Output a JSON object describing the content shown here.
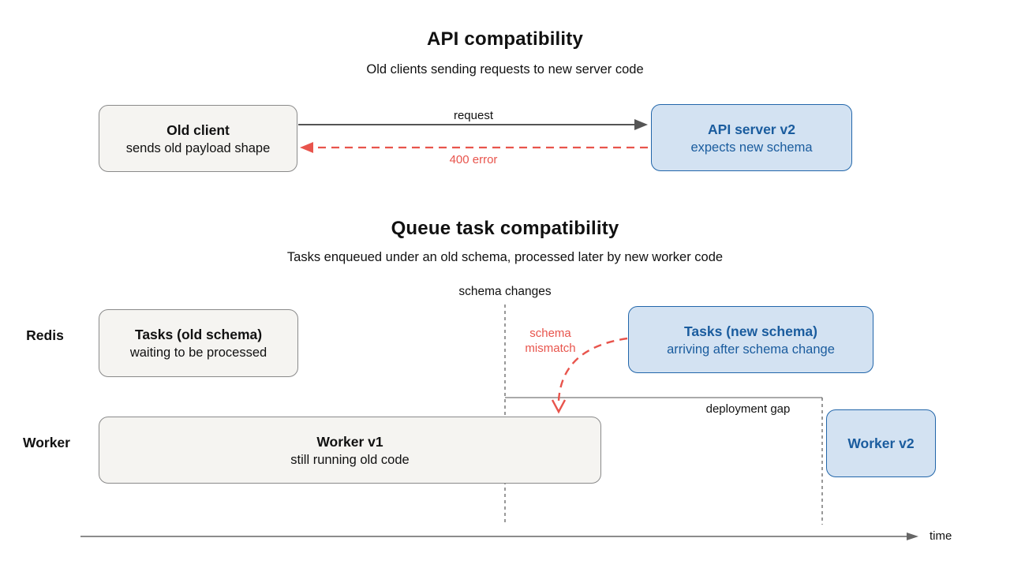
{
  "colors": {
    "blue_fill": "#d3e2f2",
    "blue_border": "#2266aa",
    "blue_text": "#1a5c9e",
    "gray_fill": "#f5f4f1",
    "gray_border": "#8a8a8a",
    "red": "#e8544c",
    "arrow_dark_gray": "#555555",
    "line_gray": "#777777",
    "text": "#111111"
  },
  "api_section": {
    "title": "API compatibility",
    "subtitle": "Old clients sending requests to new server code",
    "old_client_box": {
      "title": "Old client",
      "subtitle": "sends old payload shape"
    },
    "api_server_box": {
      "title": "API server v2",
      "subtitle": "expects new schema"
    },
    "request_label": "request",
    "error_label": "400 error"
  },
  "queue_section": {
    "title": "Queue task compatibility",
    "subtitle": "Tasks enqueued under an old schema, processed later by new worker code",
    "schema_changes_label": "schema changes",
    "schema_mismatch_line1": "schema",
    "schema_mismatch_line2": "mismatch",
    "deployment_gap_label": "deployment gap",
    "lane_labels": {
      "redis": "Redis",
      "worker": "Worker"
    },
    "old_tasks_box": {
      "title": "Tasks (old schema)",
      "subtitle": "waiting to be processed"
    },
    "new_tasks_box": {
      "title": "Tasks (new schema)",
      "subtitle": "arriving after schema change"
    },
    "worker_v1_box": {
      "title": "Worker v1",
      "subtitle": "still running old code"
    },
    "worker_v2_box": {
      "title": "Worker v2"
    },
    "time_label": "time"
  }
}
